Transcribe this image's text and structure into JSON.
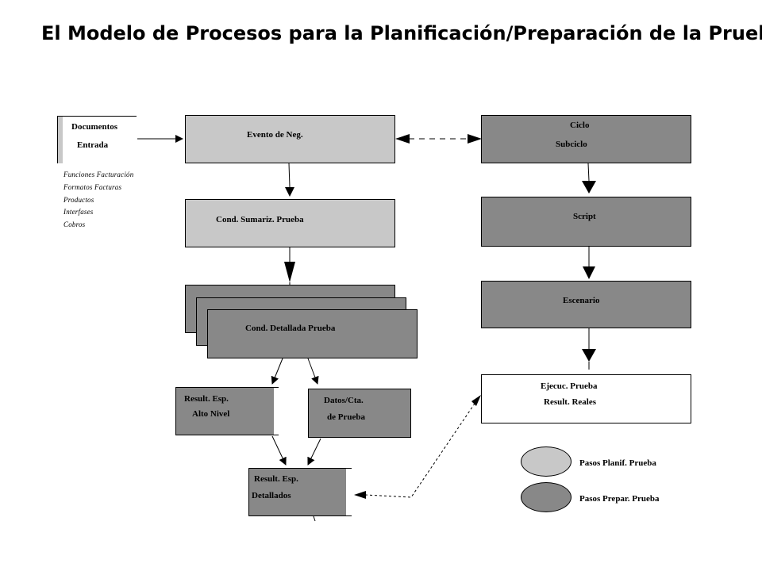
{
  "title": "El Modelo de Procesos para la Planificación/Preparación de la Prueba",
  "nodes": {
    "documentos": {
      "line1": "Documentos",
      "line2": "Entrada"
    },
    "evento": {
      "label": "Evento de Neg."
    },
    "ciclo": {
      "line1": "Ciclo",
      "line2": "Subciclo"
    },
    "cond_sumariz": {
      "label": "Cond. Sumariz. Prueba"
    },
    "script": {
      "label": "Script"
    },
    "cond_detallada": {
      "label": "Cond. Detallada Prueba"
    },
    "escenario": {
      "label": "Escenario"
    },
    "result_alto": {
      "line1": "Result. Esp.",
      "line2": "Alto Nivel"
    },
    "datos_cta": {
      "line1": "Datos/Cta.",
      "line2": "de Prueba"
    },
    "ejecuc": {
      "line1": "Ejecuc. Prueba",
      "line2": "Result. Reales"
    },
    "result_detallados": {
      "line1": "Result. Esp.",
      "line2": "Detallados"
    }
  },
  "input_list": [
    "Funciones Facturación",
    "Formatos Facturas",
    "Productos",
    "Interfases",
    "Cobros"
  ],
  "legend": [
    {
      "label": "Pasos Planif. Prueba",
      "color": "#c8c8c8"
    },
    {
      "label": "Pasos Prepar. Prueba",
      "color": "#888888"
    }
  ],
  "colors": {
    "light": "#c8c8c8",
    "dark": "#888888"
  }
}
